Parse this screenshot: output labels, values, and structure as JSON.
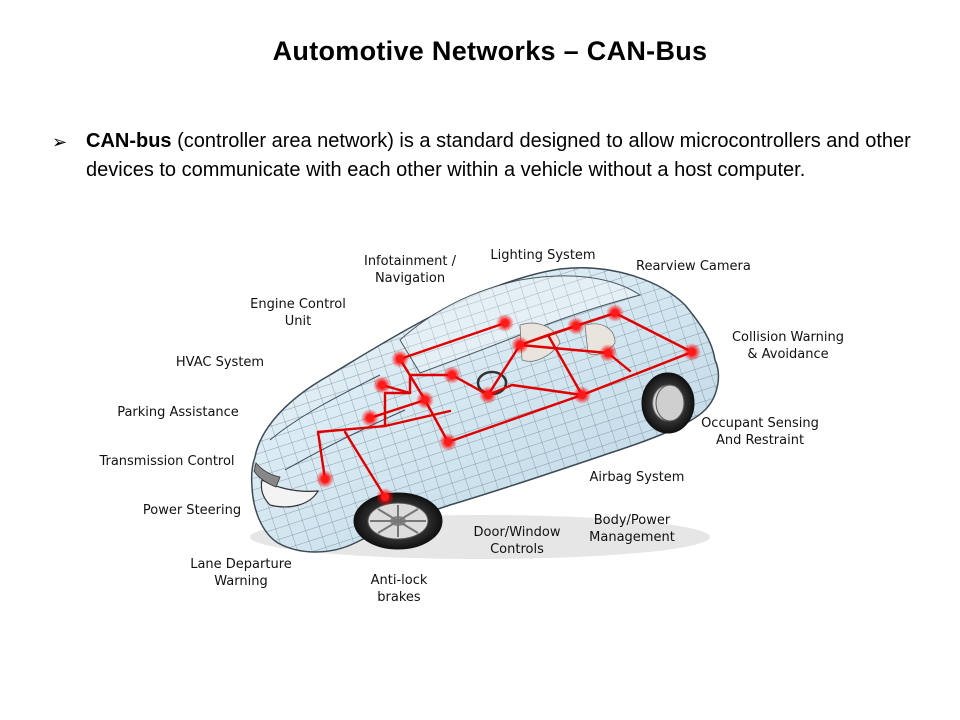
{
  "slide": {
    "title": "Automotive Networks – CAN-Bus",
    "bullet": {
      "term": "CAN-bus",
      "text": " (controller area network) is a standard designed to allow microcontrollers and other devices to communicate with each other within a vehicle without a host computer."
    }
  },
  "diagram": {
    "labels": [
      {
        "id": "infotainment",
        "line1": "Infotainment /",
        "line2": "Navigation"
      },
      {
        "id": "lighting",
        "line1": "Lighting System",
        "line2": ""
      },
      {
        "id": "rearview",
        "line1": "Rearview Camera",
        "line2": ""
      },
      {
        "id": "engine",
        "line1": "Engine Control",
        "line2": "Unit"
      },
      {
        "id": "collision",
        "line1": "Collision Warning",
        "line2": "& Avoidance"
      },
      {
        "id": "hvac",
        "line1": "HVAC System",
        "line2": ""
      },
      {
        "id": "parking",
        "line1": "Parking Assistance",
        "line2": ""
      },
      {
        "id": "occupant",
        "line1": "Occupant Sensing",
        "line2": "And Restraint"
      },
      {
        "id": "transmission",
        "line1": "Transmission Control",
        "line2": ""
      },
      {
        "id": "airbag",
        "line1": "Airbag System",
        "line2": ""
      },
      {
        "id": "powersteering",
        "line1": "Power Steering",
        "line2": ""
      },
      {
        "id": "bodypower",
        "line1": "Body/Power",
        "line2": "Management"
      },
      {
        "id": "doorwindow",
        "line1": "Door/Window",
        "line2": "Controls"
      },
      {
        "id": "lanedeparture",
        "line1": "Lane Departure",
        "line2": "Warning"
      },
      {
        "id": "antilock",
        "line1": "Anti-lock",
        "line2": "brakes"
      }
    ],
    "colors": {
      "bus_line": "#e00000",
      "node": "#ff1a1a",
      "car_body": "#d6e8f2",
      "wireframe": "#4a5a66"
    }
  }
}
